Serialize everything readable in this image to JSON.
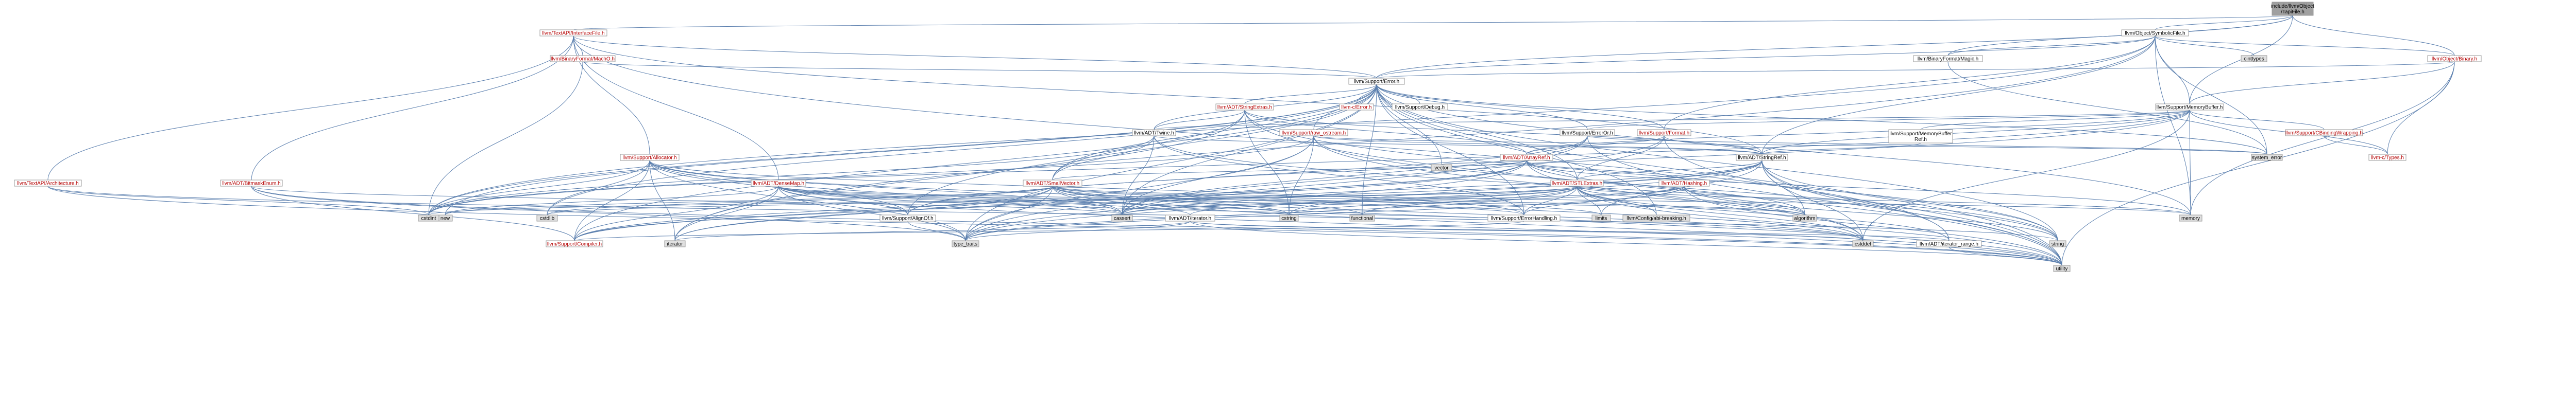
{
  "colors": {
    "edge": "#5b7fae",
    "red_label": "#b40000",
    "black_label": "#000000",
    "node_fill": "#ffffff",
    "node_border": "#999999",
    "gray_fill": "#e0e0e0",
    "root_fill": "#a0a0a0"
  },
  "nodes": [
    {
      "id": "root",
      "label": "include/llvm/Object\n/TapiFile.h",
      "style": "root"
    },
    {
      "id": "symfile",
      "label": "llvm/Object/SymbolicFile.h",
      "style": "normal"
    },
    {
      "id": "tapiiface",
      "label": "llvm/TextAPI/InterfaceFile.h",
      "style": "red"
    },
    {
      "id": "cfgtypes",
      "label": "cinttypes",
      "style": "gray"
    },
    {
      "id": "binfmtmagic",
      "label": "llvm/BinaryFormat/Magic.h",
      "style": "normal"
    },
    {
      "id": "binfmtmacho",
      "label": "llvm/BinaryFormat/MachO.h",
      "style": "red"
    },
    {
      "id": "objbinary",
      "label": "llvm/Object/Binary.h",
      "style": "red"
    },
    {
      "id": "superror",
      "label": "llvm/Support/Error.h",
      "style": "normal"
    },
    {
      "id": "strextras",
      "label": "llvm/ADT/StringExtras.h",
      "style": "red"
    },
    {
      "id": "cerror",
      "label": "llvm-c/Error.h",
      "style": "red"
    },
    {
      "id": "supdebug",
      "label": "llvm/Support/Debug.h",
      "style": "normal"
    },
    {
      "id": "memorybuf",
      "label": "llvm/Support/MemoryBuffer.h",
      "style": "normal"
    },
    {
      "id": "twine",
      "label": "llvm/ADT/Twine.h",
      "style": "normal"
    },
    {
      "id": "rawostream",
      "label": "llvm/Support/raw_ostream.h",
      "style": "red"
    },
    {
      "id": "errorh",
      "label": "llvm/Support/ErrorOr.h",
      "style": "normal"
    },
    {
      "id": "format",
      "label": "llvm/Support/Format.h",
      "style": "red"
    },
    {
      "id": "membufref",
      "label": "llvm/Support/MemoryBuffer\nRef.h",
      "style": "normal"
    },
    {
      "id": "cbinding",
      "label": "llvm/Support/CBindingWrapping.h",
      "style": "red"
    },
    {
      "id": "ctypes",
      "label": "llvm-c/Types.h",
      "style": "red"
    },
    {
      "id": "sysstat",
      "label": "system_error",
      "style": "gray"
    },
    {
      "id": "allocator",
      "label": "llvm/Support/Allocator.h",
      "style": "red"
    },
    {
      "id": "tapiarch",
      "label": "llvm/TextAPI/Architecture.h",
      "style": "red"
    },
    {
      "id": "bitmask",
      "label": "llvm/ADT/BitmaskEnum.h",
      "style": "red"
    },
    {
      "id": "densemap",
      "label": "llvm/ADT/DenseMap.h",
      "style": "red"
    },
    {
      "id": "smallvec",
      "label": "llvm/ADT/SmallVector.h",
      "style": "red"
    },
    {
      "id": "arrayref",
      "label": "llvm/ADT/ArrayRef.h",
      "style": "red"
    },
    {
      "id": "hashing",
      "label": "llvm/ADT/Hashing.h",
      "style": "red"
    },
    {
      "id": "stringref",
      "label": "llvm/ADT/StringRef.h",
      "style": "normal"
    },
    {
      "id": "vector",
      "label": "vector",
      "style": "gray"
    },
    {
      "id": "stlextras",
      "label": "llvm/ADT/STLExtras.h",
      "style": "red"
    },
    {
      "id": "alignof",
      "label": "llvm/Support/AlignOf.h",
      "style": "normal"
    },
    {
      "id": "iteratorh",
      "label": "llvm/ADT/iterator.h",
      "style": "normal"
    },
    {
      "id": "errhandling",
      "label": "llvm/Support/ErrorHandling.h",
      "style": "normal"
    },
    {
      "id": "limits",
      "label": "limits",
      "style": "gray"
    },
    {
      "id": "cfgabi",
      "label": "llvm/Config/abi-breaking.h",
      "style": "gray"
    },
    {
      "id": "iterrange",
      "label": "llvm/ADT/iterator_range.h",
      "style": "normal"
    },
    {
      "id": "compiler",
      "label": "llvm/Support/Compiler.h",
      "style": "red"
    },
    {
      "id": "new",
      "label": "new",
      "style": "gray"
    },
    {
      "id": "cstdlib",
      "label": "cstdlib",
      "style": "gray"
    },
    {
      "id": "cstdint",
      "label": "cstdint",
      "style": "gray"
    },
    {
      "id": "iterator",
      "label": "iterator",
      "style": "gray"
    },
    {
      "id": "typetraits",
      "label": "type_traits",
      "style": "gray"
    },
    {
      "id": "cassert",
      "label": "cassert",
      "style": "gray"
    },
    {
      "id": "cstring",
      "label": "cstring",
      "style": "gray"
    },
    {
      "id": "functional",
      "label": "functional",
      "style": "gray"
    },
    {
      "id": "algorithm",
      "label": "algorithm",
      "style": "gray"
    },
    {
      "id": "memory",
      "label": "memory",
      "style": "gray"
    },
    {
      "id": "string",
      "label": "string",
      "style": "gray"
    },
    {
      "id": "cstddef",
      "label": "cstddef",
      "style": "gray"
    },
    {
      "id": "utility",
      "label": "utility",
      "style": "gray"
    }
  ],
  "edges": [
    [
      "root",
      "symfile"
    ],
    [
      "root",
      "tapiiface"
    ],
    [
      "root",
      "memorybuf"
    ],
    [
      "root",
      "superror"
    ],
    [
      "root",
      "objbinary"
    ],
    [
      "root",
      "binfmtmagic"
    ],
    [
      "symfile",
      "binfmtmagic"
    ],
    [
      "symfile",
      "objbinary"
    ],
    [
      "symfile",
      "superror"
    ],
    [
      "symfile",
      "memorybuf"
    ],
    [
      "symfile",
      "cfgtypes"
    ],
    [
      "symfile",
      "stringref"
    ],
    [
      "symfile",
      "sysstat"
    ],
    [
      "symfile",
      "iterator"
    ],
    [
      "symfile",
      "cstdint"
    ],
    [
      "symfile",
      "memory"
    ],
    [
      "symfile",
      "format"
    ],
    [
      "tapiiface",
      "binfmtmacho"
    ],
    [
      "tapiiface",
      "superror"
    ],
    [
      "tapiiface",
      "tapiarch"
    ],
    [
      "tapiiface",
      "allocator"
    ],
    [
      "tapiiface",
      "densemap"
    ],
    [
      "tapiiface",
      "stringref"
    ],
    [
      "tapiiface",
      "bitmask"
    ],
    [
      "tapiiface",
      "iterrange"
    ],
    [
      "binfmtmagic",
      "sysstat"
    ],
    [
      "binfmtmacho",
      "superror"
    ],
    [
      "binfmtmacho",
      "cstdint"
    ],
    [
      "objbinary",
      "superror"
    ],
    [
      "objbinary",
      "memorybuf"
    ],
    [
      "objbinary",
      "ctypes"
    ],
    [
      "objbinary",
      "memory"
    ],
    [
      "objbinary",
      "utility"
    ],
    [
      "superror",
      "strextras"
    ],
    [
      "superror",
      "cerror"
    ],
    [
      "superror",
      "supdebug"
    ],
    [
      "superror",
      "twine"
    ],
    [
      "superror",
      "rawostream"
    ],
    [
      "superror",
      "errorh"
    ],
    [
      "superror",
      "format"
    ],
    [
      "superror",
      "smallvec"
    ],
    [
      "superror",
      "alignof"
    ],
    [
      "superror",
      "compiler"
    ],
    [
      "superror",
      "errhandling"
    ],
    [
      "superror",
      "cfgabi"
    ],
    [
      "superror",
      "cassert"
    ],
    [
      "superror",
      "cstdint"
    ],
    [
      "superror",
      "cstdlib"
    ],
    [
      "superror",
      "functional"
    ],
    [
      "superror",
      "memory"
    ],
    [
      "superror",
      "new"
    ],
    [
      "superror",
      "string"
    ],
    [
      "superror",
      "sysstat"
    ],
    [
      "superror",
      "typetraits"
    ],
    [
      "superror",
      "utility"
    ],
    [
      "superror",
      "vector"
    ],
    [
      "superror",
      "stlextras"
    ],
    [
      "strextras",
      "arrayref"
    ],
    [
      "strextras",
      "smallvec"
    ],
    [
      "strextras",
      "stringref"
    ],
    [
      "strextras",
      "twine"
    ],
    [
      "strextras",
      "iterator"
    ],
    [
      "strextras",
      "cstring"
    ],
    [
      "strextras",
      "string"
    ],
    [
      "strextras",
      "utility"
    ],
    [
      "memorybuf",
      "cbinding"
    ],
    [
      "memorybuf",
      "membufref"
    ],
    [
      "memorybuf",
      "ctypes"
    ],
    [
      "memorybuf",
      "errorh"
    ],
    [
      "memorybuf",
      "arrayref"
    ],
    [
      "memorybuf",
      "twine"
    ],
    [
      "memorybuf",
      "stringref"
    ],
    [
      "memorybuf",
      "alignof"
    ],
    [
      "memorybuf",
      "cstddef"
    ],
    [
      "memorybuf",
      "cstdint"
    ],
    [
      "memorybuf",
      "memory"
    ],
    [
      "twine",
      "smallvec"
    ],
    [
      "twine",
      "stringref"
    ],
    [
      "twine",
      "errhandling"
    ],
    [
      "twine",
      "cassert"
    ],
    [
      "twine",
      "cstdint"
    ],
    [
      "twine",
      "string"
    ],
    [
      "rawostream",
      "stringref"
    ],
    [
      "rawostream",
      "cassert"
    ],
    [
      "rawostream",
      "cstddef"
    ],
    [
      "rawostream",
      "cstdint"
    ],
    [
      "rawostream",
      "cstring"
    ],
    [
      "rawostream",
      "string"
    ],
    [
      "rawostream",
      "sysstat"
    ],
    [
      "rawostream",
      "typetraits"
    ],
    [
      "errorh",
      "alignof"
    ],
    [
      "errorh",
      "cassert"
    ],
    [
      "errorh",
      "sysstat"
    ],
    [
      "errorh",
      "typetraits"
    ],
    [
      "errorh",
      "utility"
    ],
    [
      "format",
      "arrayref"
    ],
    [
      "format",
      "stlextras"
    ],
    [
      "format",
      "stringref"
    ],
    [
      "format",
      "cassert"
    ],
    [
      "format",
      "cstdio"
    ],
    [
      "format",
      "tuple"
    ],
    [
      "format",
      "utility"
    ],
    [
      "membufref",
      "stringref"
    ],
    [
      "cbinding",
      "ctypes"
    ],
    [
      "allocator",
      "compiler"
    ],
    [
      "allocator",
      "errhandling"
    ],
    [
      "allocator",
      "cassert"
    ],
    [
      "allocator",
      "cstddef"
    ],
    [
      "allocator",
      "cstdlib"
    ],
    [
      "allocator",
      "cstdint"
    ],
    [
      "allocator",
      "iterator"
    ],
    [
      "allocator",
      "typetraits"
    ],
    [
      "allocator",
      "utility"
    ],
    [
      "allocator",
      "alignof"
    ],
    [
      "tapiarch",
      "cstdint"
    ],
    [
      "tapiarch",
      "string"
    ],
    [
      "tapiarch",
      "utility"
    ],
    [
      "bitmask",
      "compiler"
    ],
    [
      "bitmask",
      "cassert"
    ],
    [
      "bitmask",
      "typetraits"
    ],
    [
      "bitmask",
      "utility"
    ],
    [
      "densemap",
      "compiler"
    ],
    [
      "densemap",
      "alignof"
    ],
    [
      "densemap",
      "errhandling"
    ],
    [
      "densemap",
      "algorithm"
    ],
    [
      "densemap",
      "cassert"
    ],
    [
      "densemap",
      "cstddef"
    ],
    [
      "densemap",
      "cstring"
    ],
    [
      "densemap",
      "iterator"
    ],
    [
      "densemap",
      "new"
    ],
    [
      "densemap",
      "typetraits"
    ],
    [
      "densemap",
      "utility"
    ],
    [
      "densemap",
      "iteratorh"
    ],
    [
      "smallvec",
      "compiler"
    ],
    [
      "smallvec",
      "algorithm"
    ],
    [
      "smallvec",
      "cassert"
    ],
    [
      "smallvec",
      "cstddef"
    ],
    [
      "smallvec",
      "cstdlib"
    ],
    [
      "smallvec",
      "cstring"
    ],
    [
      "smallvec",
      "functional"
    ],
    [
      "smallvec",
      "iterator"
    ],
    [
      "smallvec",
      "limits"
    ],
    [
      "smallvec",
      "memory"
    ],
    [
      "smallvec",
      "new"
    ],
    [
      "smallvec",
      "typetraits"
    ],
    [
      "smallvec",
      "utility"
    ],
    [
      "arrayref",
      "hashing"
    ],
    [
      "arrayref",
      "smallvec"
    ],
    [
      "arrayref",
      "stlextras"
    ],
    [
      "arrayref",
      "compiler"
    ],
    [
      "arrayref",
      "algorithm"
    ],
    [
      "arrayref",
      "cassert"
    ],
    [
      "arrayref",
      "cstddef"
    ],
    [
      "arrayref",
      "iterator"
    ],
    [
      "arrayref",
      "memory"
    ],
    [
      "arrayref",
      "typetraits"
    ],
    [
      "arrayref",
      "vector"
    ],
    [
      "hashing",
      "errhandling"
    ],
    [
      "hashing",
      "algorithm"
    ],
    [
      "hashing",
      "cassert"
    ],
    [
      "hashing",
      "cstring"
    ],
    [
      "hashing",
      "string"
    ],
    [
      "hashing",
      "typetraits"
    ],
    [
      "hashing",
      "utility"
    ],
    [
      "stringref",
      "stlextras"
    ],
    [
      "stringref",
      "iterrange"
    ],
    [
      "stringref",
      "compiler"
    ],
    [
      "stringref",
      "algorithm"
    ],
    [
      "stringref",
      "cassert"
    ],
    [
      "stringref",
      "cstddef"
    ],
    [
      "stringref",
      "cstring"
    ],
    [
      "stringref",
      "limits"
    ],
    [
      "stringref",
      "string"
    ],
    [
      "stringref",
      "typetraits"
    ],
    [
      "stringref",
      "utility"
    ],
    [
      "stlextras",
      "iteratorh"
    ],
    [
      "stlextras",
      "iterrange"
    ],
    [
      "stlextras",
      "cfgabi"
    ],
    [
      "stlextras",
      "errhandling"
    ],
    [
      "stlextras",
      "algorithm"
    ],
    [
      "stlextras",
      "cassert"
    ],
    [
      "stlextras",
      "cstddef"
    ],
    [
      "stlextras",
      "cstdint"
    ],
    [
      "stlextras",
      "cstdlib"
    ],
    [
      "stlextras",
      "functional"
    ],
    [
      "stlextras",
      "limits"
    ],
    [
      "stlextras",
      "memory"
    ],
    [
      "stlextras",
      "typetraits"
    ],
    [
      "stlextras",
      "utility"
    ],
    [
      "iteratorh",
      "iterrange"
    ],
    [
      "iteratorh",
      "cstddef"
    ],
    [
      "iteratorh",
      "iterator"
    ],
    [
      "iteratorh",
      "typetraits"
    ],
    [
      "iteratorh",
      "utility"
    ],
    [
      "errhandling",
      "compiler"
    ],
    [
      "iterrange",
      "utility"
    ],
    [
      "alignof",
      "typetraits"
    ]
  ]
}
